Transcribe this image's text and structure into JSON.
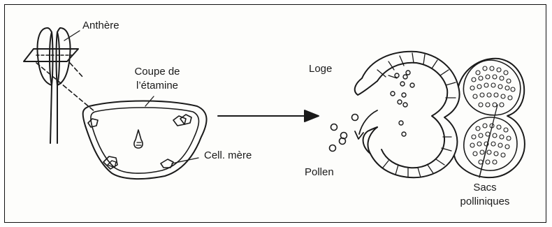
{
  "labels": {
    "anthere": "Anthère",
    "coupe_line1": "Coupe de",
    "coupe_line2": "l’étamine",
    "cell_mere": "Cell. mère",
    "loge": "Loge",
    "pollen": "Pollen",
    "sacs_line1": "Sacs",
    "sacs_line2": "polliniques"
  }
}
